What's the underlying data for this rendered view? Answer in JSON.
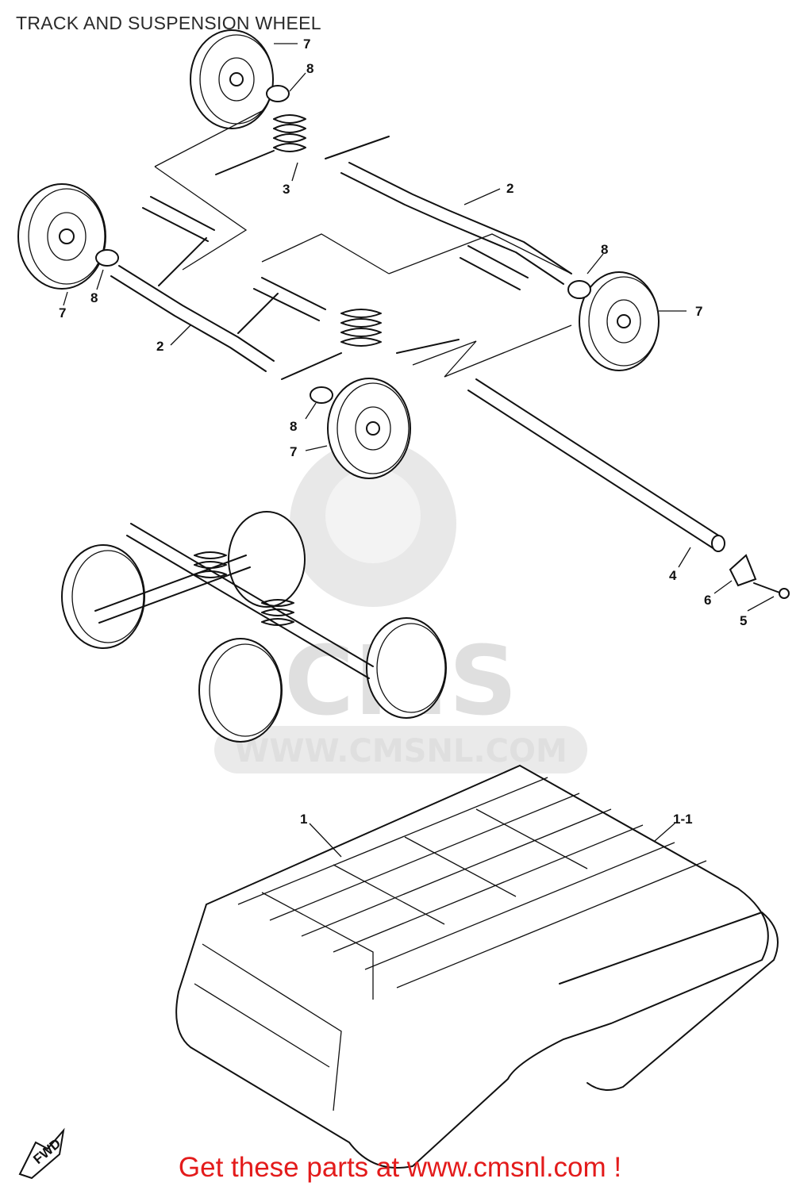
{
  "title": "TRACK AND SUSPENSION WHEEL",
  "footer": "Get these parts at www.cmsnl.com !",
  "watermark": {
    "brand": "CMS",
    "url": "WWW.CMSNL.COM"
  },
  "callouts": {
    "c1": "1",
    "c1_1": "1-1",
    "c2a": "2",
    "c2b": "2",
    "c3": "3",
    "c4": "4",
    "c5": "5",
    "c6": "6",
    "c7a": "7",
    "c7b": "7",
    "c7c": "7",
    "c7d": "7",
    "c8a": "8",
    "c8b": "8",
    "c8c": "8",
    "c8d": "8"
  },
  "fwd_label": "FWD",
  "colors": {
    "footer": "#e31b1b",
    "ink": "#111111",
    "watermark": "#dcdcdc"
  }
}
